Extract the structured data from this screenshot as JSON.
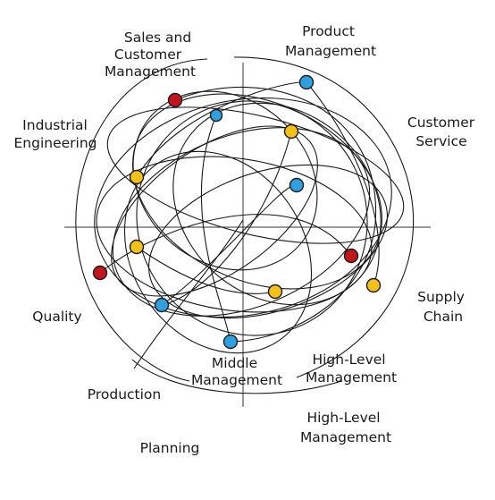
{
  "labels": {
    "sales": [
      "Sales and",
      "Customer",
      "Management"
    ],
    "product": [
      "Product",
      "Management"
    ],
    "industrial": [
      "Industrial",
      "Engineering"
    ],
    "customer_service": [
      "Customer",
      "Service"
    ],
    "supply": [
      "Supply",
      "Chain"
    ],
    "quality": [
      "Quality"
    ],
    "production": [
      "Production"
    ],
    "middle": [
      "Middle",
      "Management"
    ],
    "high_level_1": [
      "High-Level",
      "Management"
    ],
    "high_level_2": [
      "High-Level",
      "Management"
    ],
    "planning": [
      "Planning"
    ]
  },
  "colors": {
    "blue": "#2f9fe0",
    "yellow": "#f2c21a",
    "red": "#c0161c",
    "stroke": "#1a1a1a"
  }
}
